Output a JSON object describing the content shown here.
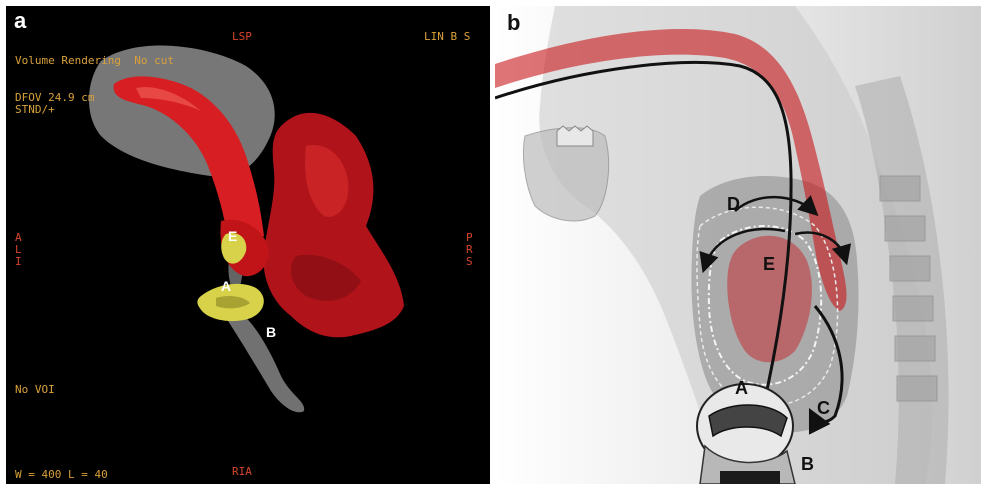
{
  "panel_a": {
    "panel_letter": "a",
    "top_center": "LSP",
    "top_right": "LIN B S",
    "render_mode": "Volume Rendering  No cut",
    "dfov": "DFOV 24.9 cm",
    "kernel": "STND/+",
    "left_orient": [
      "A",
      "L",
      "I"
    ],
    "right_orient": [
      "P",
      "R",
      "S"
    ],
    "voi": "No VOI",
    "window": "W = 400 L = 40",
    "bottom_center": "RIA",
    "labels": {
      "E": "E",
      "A": "A",
      "B": "B"
    }
  },
  "panel_b": {
    "panel_letter": "b",
    "labels": {
      "D": "D",
      "E": "E",
      "A": "A",
      "B": "B",
      "C": "C"
    }
  },
  "colors": {
    "overlay_text": "#d9a13a",
    "orientation_text": "#d6452b",
    "vessel_red": "#c8171b",
    "yellow_structure": "#d8d24a",
    "grey_tissue": "#9a9a9a"
  }
}
